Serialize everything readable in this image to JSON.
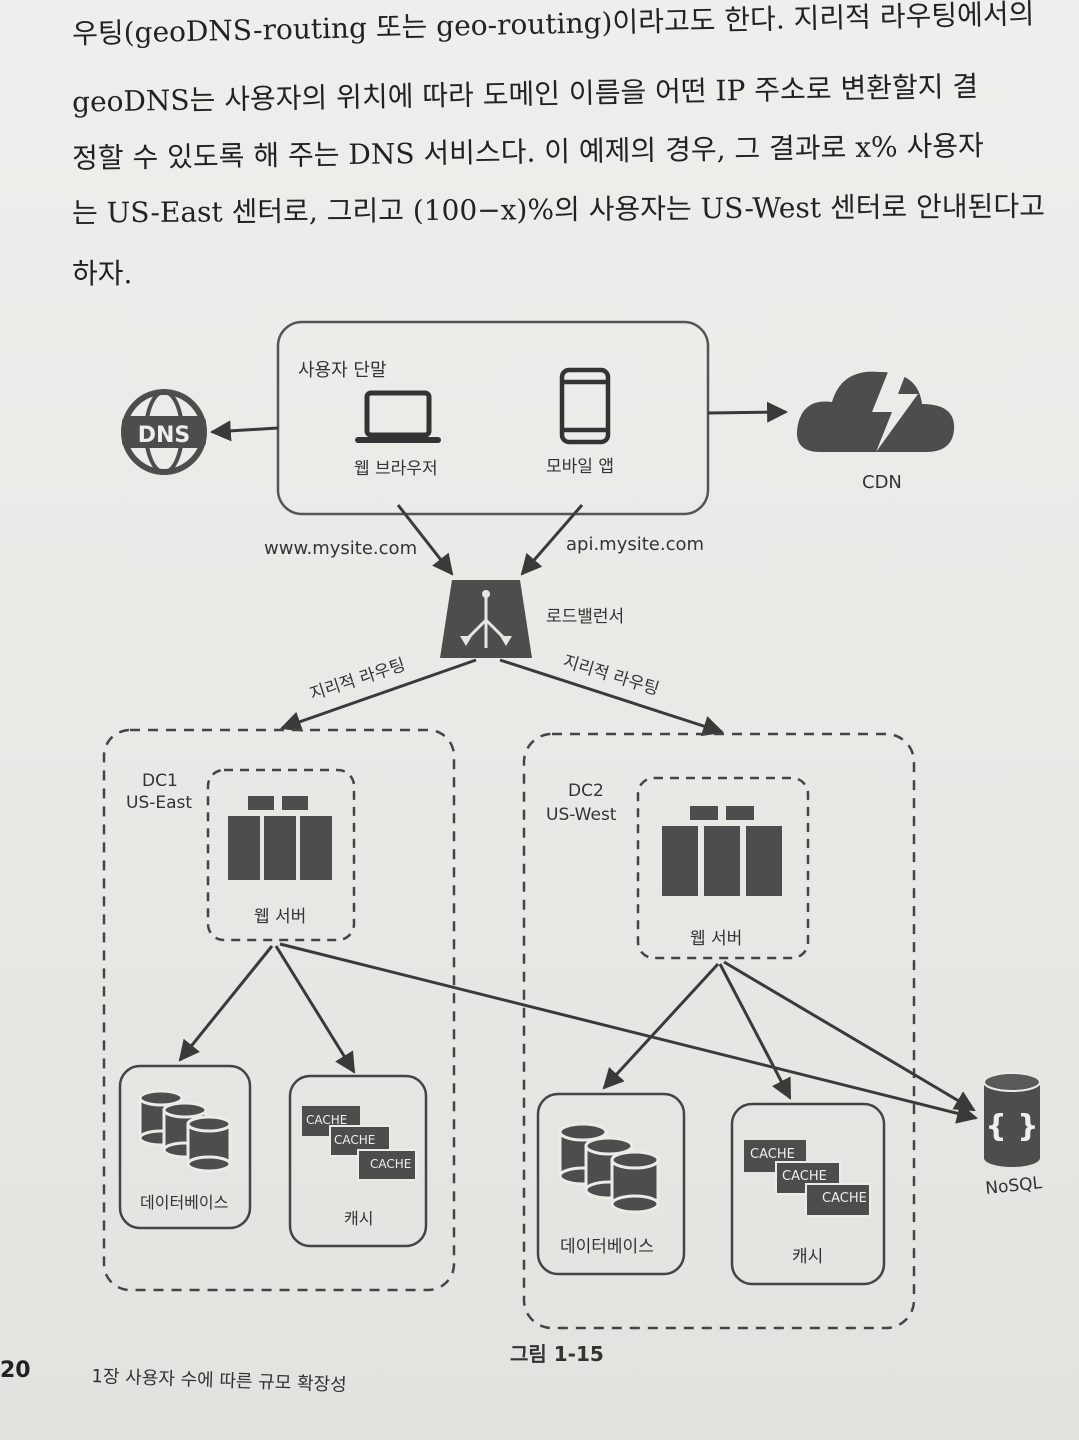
{
  "paragraph": {
    "lines": [
      "우팅(geoDNS-routing 또는 geo-routing)이라고도 한다. 지리적 라우팅에서의",
      "geoDNS는 사용자의 위치에 따라 도메인 이름을 어떤 IP 주소로 변환할지 결",
      "정할 수 있도록 해 주는 DNS 서비스다. 이 예제의 경우, 그 결과로 x% 사용자",
      "는 US-East 센터로, 그리고 (100−x)%의 사용자는 US-West 센터로 안내된다고",
      "하자."
    ]
  },
  "diagram": {
    "user_device_box": {
      "title": "사용자 단말",
      "web_browser": "웹 브라우저",
      "mobile_app": "모바일 앱"
    },
    "dns": {
      "icon": "globe-dns-icon",
      "label": "DNS"
    },
    "cdn": {
      "icon": "cloud-lightning-icon",
      "label": "CDN"
    },
    "routes": {
      "web": "www.mysite.com",
      "api": "api.mysite.com"
    },
    "load_balancer": {
      "icon": "load-balancer-icon",
      "label": "로드밸런서"
    },
    "geo_routing_left": "지리적 라우팅",
    "geo_routing_right": "지리적 라우팅",
    "dc1": {
      "name": "DC1",
      "region": "US-East",
      "web_server": "웹 서버",
      "database": "데이터베이스",
      "cache": "캐시",
      "cache_tags": [
        "CACHE",
        "CACHE",
        "CACHE"
      ]
    },
    "dc2": {
      "name": "DC2",
      "region": "US-West",
      "web_server": "웹 서버",
      "database": "데이터베이스",
      "cache": "캐시",
      "cache_tags": [
        "CACHE",
        "CACHE",
        "CACHE"
      ]
    },
    "nosql": {
      "icon": "nosql-db-icon",
      "label": "NoSQL"
    },
    "colors": {
      "icon": "#4d4d4d",
      "line": "#3a3a3a",
      "page": "#ebebe8"
    }
  },
  "caption": "그림 1-15",
  "footer": {
    "page_number": "20",
    "chapter": "1장  사용자 수에 따른 규모 확장성"
  }
}
